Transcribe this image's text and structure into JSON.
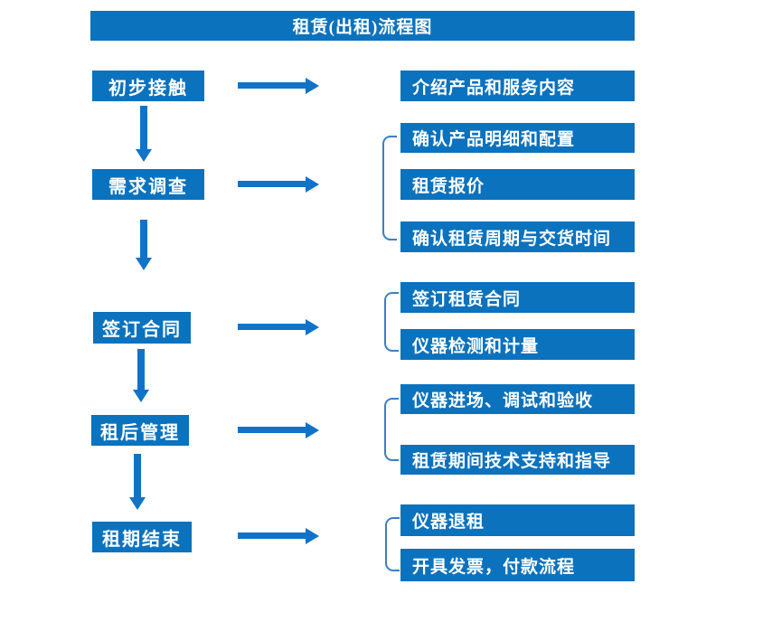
{
  "title": "租赁(出租)流程图",
  "colors": {
    "box_blue": "#0b72be",
    "arrow_blue": "#1073c8",
    "bracket_blue": "#3b7fc4"
  },
  "steps": [
    {
      "label": "初步接触",
      "details": [
        "介绍产品和服务内容"
      ]
    },
    {
      "label": "需求调查",
      "details": [
        "确认产品明细和配置",
        "租赁报价",
        "确认租赁周期与交货时间"
      ]
    },
    {
      "label": "签订合同",
      "details": [
        "签订租赁合同",
        "仪器检测和计量"
      ]
    },
    {
      "label": "租后管理",
      "details": [
        "仪器进场、调试和验收",
        "租赁期间技术支持和指导"
      ]
    },
    {
      "label": "租期结束",
      "details": [
        "仪器退租",
        "开具发票，付款流程"
      ]
    }
  ]
}
